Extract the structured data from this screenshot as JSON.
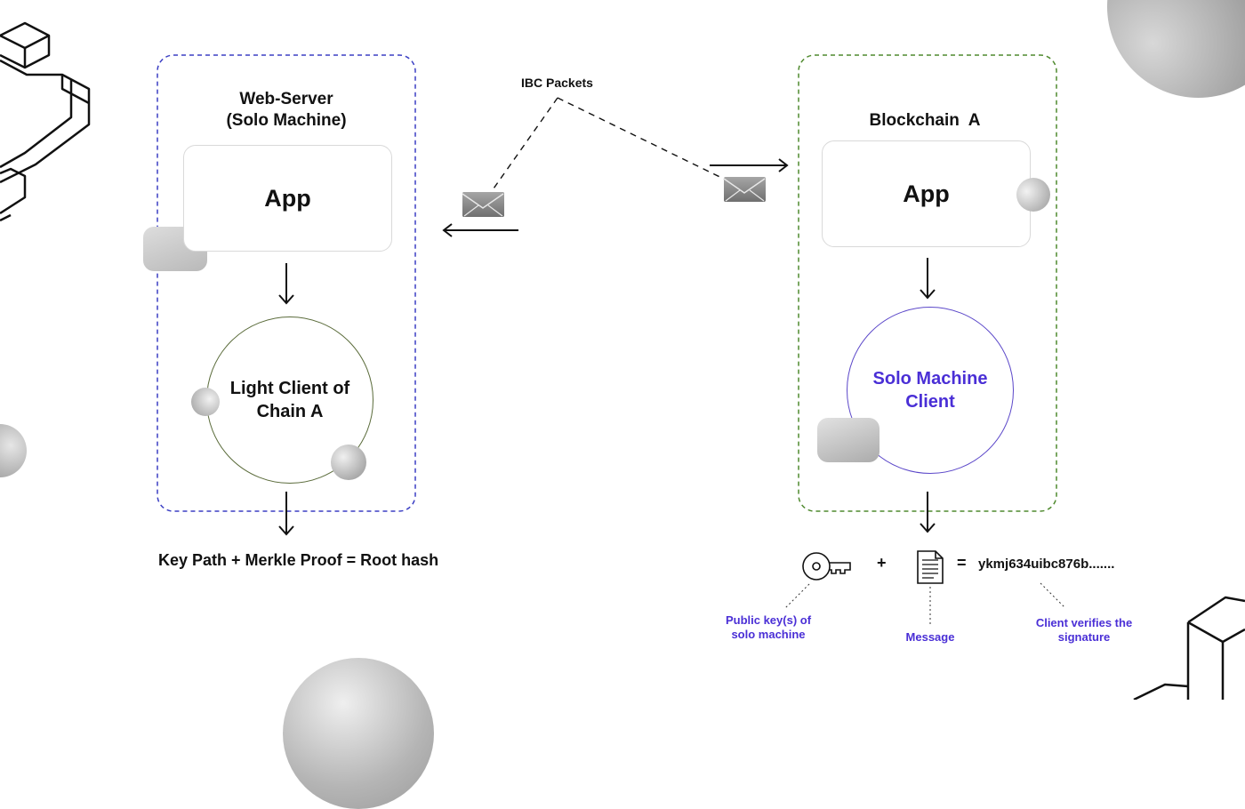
{
  "left_node": {
    "title_line1": "Web-Server",
    "title_line2": "(Solo Machine)",
    "app_label": "App",
    "client_line1": "Light Client of",
    "client_line2": "Chain A",
    "footer": "Key Path + Merkle Proof = Root hash"
  },
  "middle": {
    "packets_label": "IBC Packets"
  },
  "right_node": {
    "title": "Blockchain  A",
    "app_label": "App",
    "client_line1": "Solo Machine",
    "client_line2": "Client"
  },
  "signature_row": {
    "plus": "+",
    "equals": "=",
    "signature_value": "ykmj634uibc876b.......",
    "caption_key_line1": "Public key(s) of",
    "caption_key_line2": "solo machine",
    "caption_message": "Message",
    "caption_verify_line1": "Client verifies the",
    "caption_verify_line2": "signature"
  },
  "colors": {
    "left_border": "#3b3fc4",
    "right_border": "#4f8a2e",
    "light_client_ring": "#5a6b3a",
    "solo_client_ring": "#5b47c9",
    "accent_text": "#4a2fd6"
  },
  "icons": [
    "envelope-icon",
    "key-icon",
    "document-icon",
    "arrow-icon"
  ]
}
